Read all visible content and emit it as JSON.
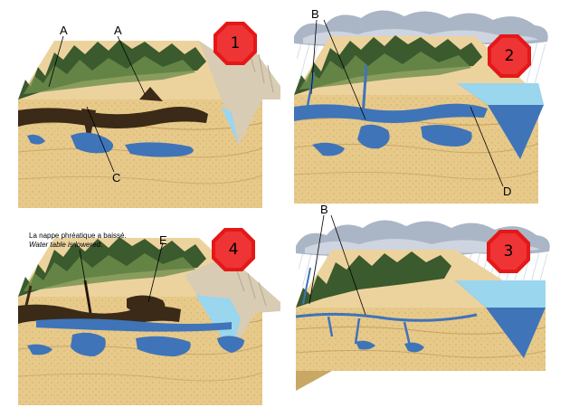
{
  "colors": {
    "soil": "#e7c98a",
    "soil_dark": "#c9a765",
    "rock_top": "#ecd39e",
    "water": "#3f74b8",
    "water_light": "#9ad6ee",
    "dry_cave": "#3a2a17",
    "forest": "#3b5a2e",
    "forest_light": "#6f8f4c",
    "cliff": "#d8ccb5",
    "cloud": "#aab6c6",
    "badge": "#e41818",
    "rain": "#7a8fa8"
  },
  "panels": {
    "p1": {
      "badge": "1",
      "labels": {
        "a1": "A",
        "a2": "A",
        "c": "C"
      }
    },
    "p2": {
      "badge": "2",
      "labels": {
        "b": "B",
        "d": "D"
      }
    },
    "p3": {
      "badge": "3",
      "labels": {
        "b": "B"
      }
    },
    "p4": {
      "badge": "4",
      "labels": {
        "e": "E"
      },
      "note_fr": "La nappe phréatique a baissé.",
      "note_en": "Water table is lowered."
    }
  }
}
